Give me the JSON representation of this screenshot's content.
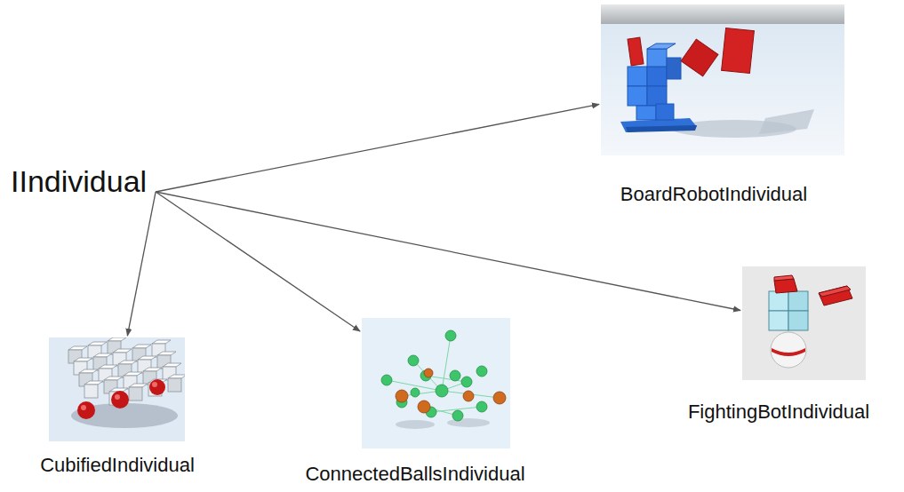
{
  "diagram": {
    "nodes": [
      {
        "text": [
          "IIndividual"
        ]
      },
      {
        "text": [
          "BoardRobotIndividual"
        ]
      },
      {
        "text": [
          "CubifiedIndividual"
        ]
      },
      {
        "text": [
          "ConnectedBallsIndividual"
        ]
      },
      {
        "text": [
          "FightingBotIndividual"
        ]
      }
    ],
    "edges": [
      {
        "from": 0,
        "to": 1,
        "arrow": "to"
      },
      {
        "from": 0,
        "to": 2,
        "arrow": "to"
      },
      {
        "from": 0,
        "to": 3,
        "arrow": "to"
      },
      {
        "from": 0,
        "to": 4,
        "arrow": "to"
      }
    ]
  }
}
